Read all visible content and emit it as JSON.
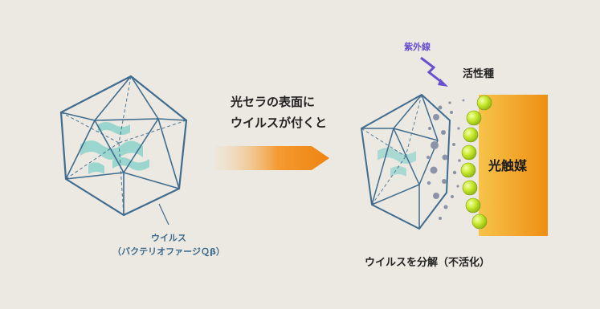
{
  "text": {
    "virus_name": "ウイルス",
    "virus_type": "（バクテリオファージＱβ）",
    "headline_line1": "光セラの表面に",
    "headline_line2": "ウイルスが付くと",
    "uv_label": "紫外線",
    "active_species": "活性種",
    "photocatalyst": "光触媒",
    "result": "ウイルスを分解（不活化）"
  },
  "colors": {
    "background": "#ece9e2",
    "virus_outline": "#3f6c8f",
    "virus_core": "#7fd0c6",
    "arrow": "#f08a16",
    "catalyst": "#f0a21a",
    "active_sphere": "#c9ea2a",
    "uv": "#6a4fcf",
    "particles": "#8b93a8"
  }
}
